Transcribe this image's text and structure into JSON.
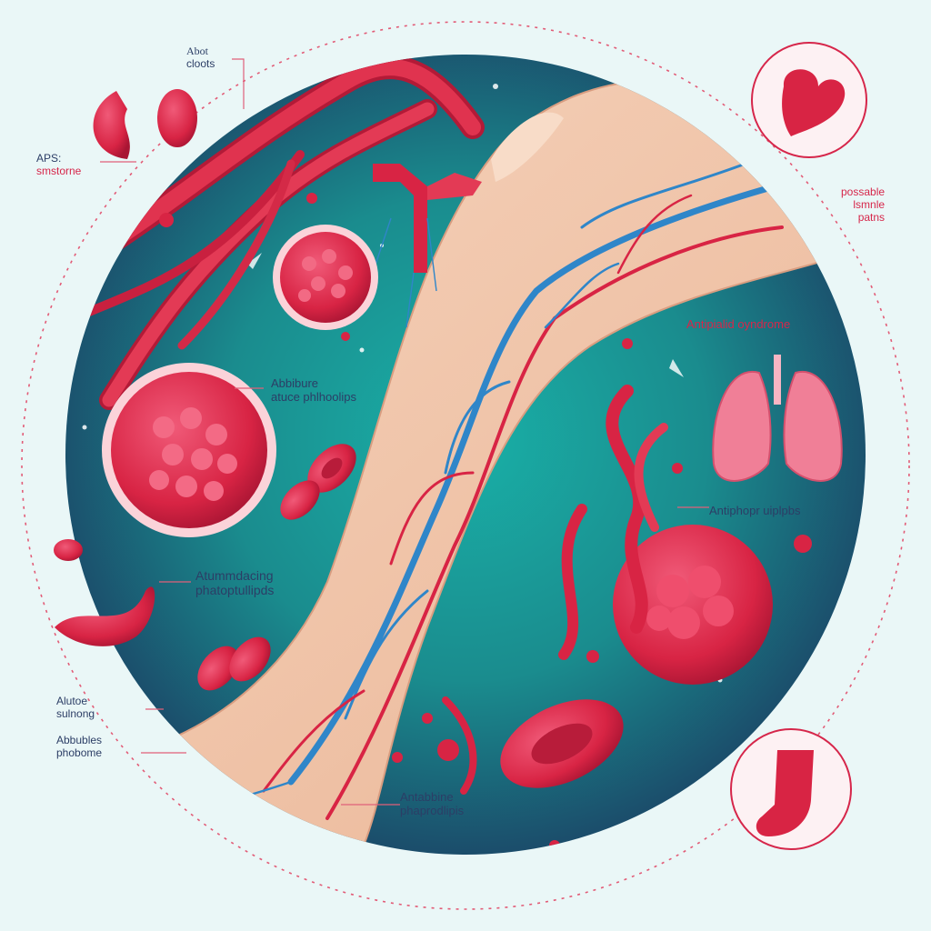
{
  "labels": {
    "top_left_1": "Abot",
    "top_left_2": "cloots",
    "aps_1": "APS:",
    "aps_2": "smstorne",
    "right_top_1": "possable",
    "right_top_2": "lsmnle",
    "right_top_3": "patns",
    "antipl": "Antipialid oyndrome",
    "antipho": "Antiphopr uiplpbs",
    "abbibure_1": "Abbibure",
    "abbibure_2": "atuce phlhoolips",
    "atumm_1": "Atummdacing",
    "atumm_2": "phatoptullipds",
    "alutoe_1": "Alutoe",
    "alutoe_2": "sulnong",
    "abbubles_1": "Abbubles",
    "abbubles_2": "phobome",
    "antabbine_1": "Antabbine",
    "antabbine_2": "phaprodlipis"
  },
  "colors": {
    "background": "#eaf7f7",
    "circle_teal": "#1a9a94",
    "circle_dark": "#1b4466",
    "blood_red": "#d82444",
    "vein_blue": "#2f86c9",
    "skin": "#f3c9ad",
    "accent_red": "#d6264a"
  },
  "icons": [
    "heart-icon",
    "lungs-icon",
    "sock-icon"
  ]
}
